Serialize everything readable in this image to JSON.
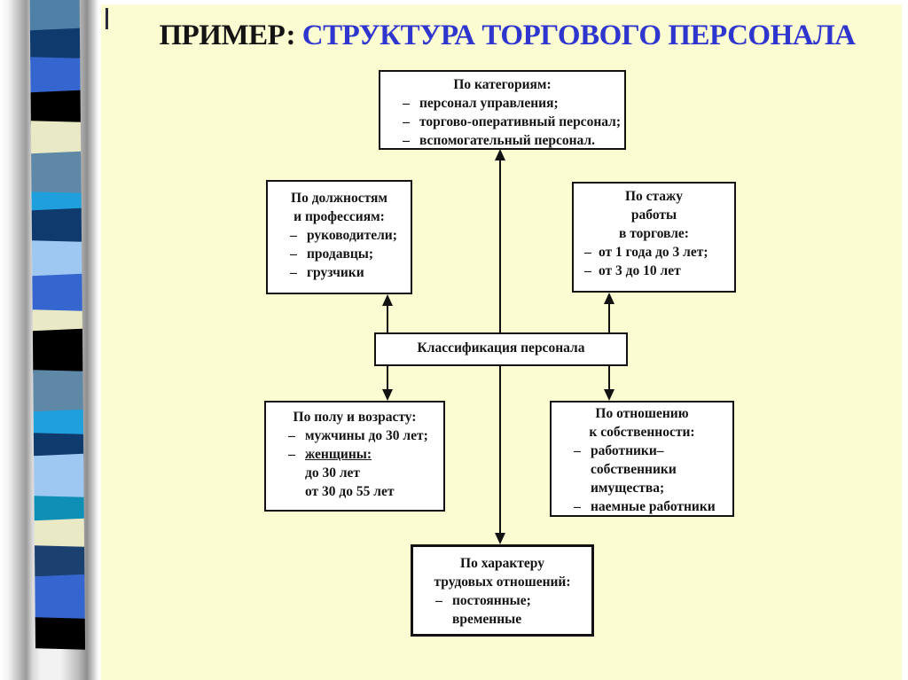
{
  "title": {
    "prefix": "ПРИМЕР: ",
    "main": "СТРУКТУРА ТОРГОВОГО ПЕРСОНАЛА"
  },
  "dash": "–",
  "colors": {
    "slide_background": "#FBFCD2",
    "title_prefix": "#141414",
    "title_main": "#2F36CE",
    "box_border": "#121212",
    "box_fill": "#FFFFFF"
  },
  "diagram": {
    "top_box": {
      "title": "По категориям:",
      "items": [
        "персонал управления;",
        "торгово-оперативный персонал;",
        "вспомогательный персонал."
      ]
    },
    "left_box": {
      "title_line1": "По должностям",
      "title_line2": "и профессиям:",
      "items": [
        "руководители;",
        "продавцы;",
        "грузчики"
      ]
    },
    "right_box": {
      "title_line1": "По стажу",
      "title_line2": "работы",
      "title_line3": "в торговле:",
      "items": [
        "от 1 года до 3 лет;",
        "от 3 до 10 лет"
      ]
    },
    "center_box": {
      "title": "Классификация персонала"
    },
    "bottom_left_box": {
      "title": "По полу и возрасту:",
      "item1": "мужчины до 30 лет;",
      "item2": "женщины:",
      "item2_sub1": "до 30 лет",
      "item2_sub2": "от 30 до 55 лет"
    },
    "bottom_right_box": {
      "title_line1": "По отношению",
      "title_line2": "к собственности:",
      "item1_line1": "работники–",
      "item1_line2": "собственники",
      "item1_line3": "имущества;",
      "item2": "наемные работники"
    },
    "bottom_box": {
      "title_line1": "По характеру",
      "title_line2": "трудовых отношений:",
      "item1": "постоянные;",
      "item2": "временные"
    }
  },
  "ribbon": {
    "segments": [
      {
        "color": "#4E81A5",
        "height": 43
      },
      {
        "color": "#0F3A6E",
        "height": 34
      },
      {
        "color": "#3565CE",
        "height": 40
      },
      {
        "color": "#000000",
        "height": 36
      },
      {
        "color": "#E9E9C5",
        "height": 37
      },
      {
        "color": "#5E88A5",
        "height": 47
      },
      {
        "color": "#1FA0DC",
        "height": 21
      },
      {
        "color": "#0F3A6E",
        "height": 38
      },
      {
        "color": "#9EC7F2",
        "height": 40
      },
      {
        "color": "#3565CE",
        "height": 42
      },
      {
        "color": "#E9E9C5",
        "height": 24
      },
      {
        "color": "#000000",
        "height": 48
      },
      {
        "color": "#5E88A5",
        "height": 47
      },
      {
        "color": "#1FA0DC",
        "height": 28
      },
      {
        "color": "#0F3A6E",
        "height": 26
      },
      {
        "color": "#9EC7F2",
        "height": 49
      },
      {
        "color": "#0E8FB6",
        "height": 28
      },
      {
        "color": "#E9E9C5",
        "height": 32
      },
      {
        "color": "#1A416F",
        "height": 35
      },
      {
        "color": "#3565CE",
        "height": 50
      },
      {
        "color": "#000000",
        "height": 35
      }
    ]
  }
}
